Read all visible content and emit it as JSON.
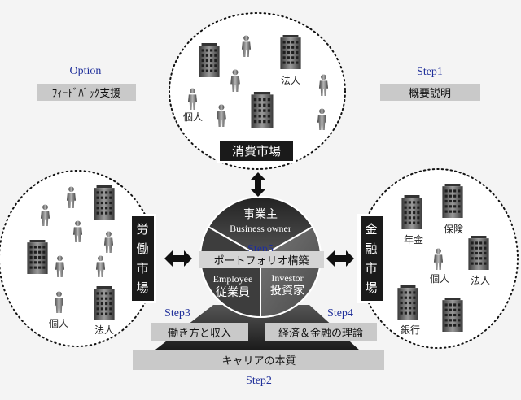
{
  "option": {
    "step": "Option",
    "label": "ﾌｨｰﾄﾞﾊﾞｯｸ支援"
  },
  "step1": {
    "step": "Step1",
    "label": "概要説明"
  },
  "step2": {
    "step": "Step2",
    "label": "キャリアの本質"
  },
  "step3": {
    "step": "Step3",
    "label": "働き方と収入"
  },
  "step4": {
    "step": "Step4",
    "label": "経済＆金融の理論"
  },
  "step5": {
    "step": "Step5",
    "label": "ポートフォリオ構築"
  },
  "markets": {
    "consumer": "消費市場",
    "labor": [
      "労",
      "働",
      "市",
      "場"
    ],
    "finance": [
      "金",
      "融",
      "市",
      "場"
    ]
  },
  "center": {
    "owner_jp": "事業主",
    "owner_en": "Business owner",
    "employee_en": "Employee",
    "employee_jp": "従業員",
    "investor_en": "Investor",
    "investor_jp": "投資家"
  },
  "top_circle": {
    "corporation": "法人",
    "individual": "個人"
  },
  "left_circle": {
    "individual": "個人",
    "corporation": "法人"
  },
  "right_circle": {
    "pension": "年金",
    "insurance": "保険",
    "individual": "個人",
    "corporation": "法人",
    "bank": "銀行"
  },
  "colors": {
    "step_text": "#1f2f9a",
    "label_box": "#c9c9c9",
    "market_box": "#1a1a1a"
  }
}
